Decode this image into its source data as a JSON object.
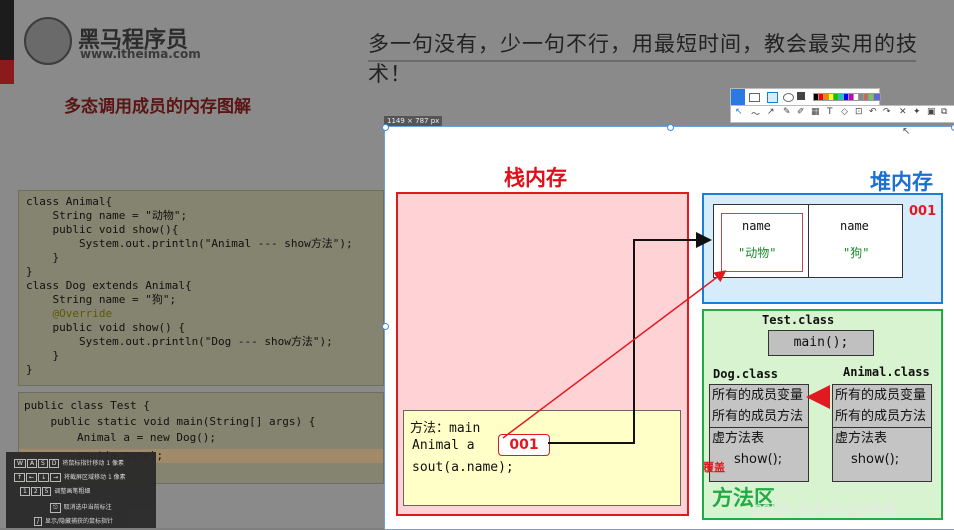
{
  "slide": {
    "brand_name": "黑马程序员",
    "brand_url": "www.itheima.com",
    "slogan": "多一句没有，少一句不行，用最短时间，教会最实用的技术！",
    "title": "多态调用成员的内存图解"
  },
  "code_block_1": {
    "lines": [
      "class Animal{",
      "    String name = \"动物\";",
      "    public void show(){",
      "        System.out.println(\"Animal --- show方法\");",
      "    }",
      "}",
      "class Dog extends Animal{",
      "    String name = \"狗\";",
      "    @Override",
      "    public void show() {",
      "        System.out.println(\"Dog --- show方法\");",
      "    }",
      "}"
    ]
  },
  "code_block_2": {
    "lines": [
      "public class Test {",
      "    public static void main(String[] args) {",
      "        Animal a = new Dog();",
      "        sout(a.name);"
    ]
  },
  "shortcuts": [
    {
      "keys": [
        "W",
        "A",
        "S",
        "D"
      ],
      "label": "将鼠标指针移动 1 像素"
    },
    {
      "keys": [
        "↑",
        "←",
        "↓",
        "→"
      ],
      "label": "将截屏区域移动 1 像素"
    },
    {
      "keys": [
        "1",
        "2",
        "5"
      ],
      "label": "调整画笔粗细"
    },
    {
      "keys": [
        "⎋"
      ],
      "label": "取消选中当前标注"
    },
    {
      "keys": [
        "/"
      ],
      "label": "显示/隐藏捕获的鼠标指针"
    }
  ],
  "snip": {
    "size_tag": "1149 × 787 px",
    "palette": [
      "#000000",
      "#ff0000",
      "#ff7f00",
      "#ffff00",
      "#00cc00",
      "#00cccc",
      "#0000ff",
      "#cc00cc",
      "#ffffff",
      "#888888",
      "#cc6666",
      "#66cc66",
      "#6666cc"
    ]
  },
  "diagram": {
    "stack": {
      "title": "栈内存",
      "frame_method": "方法：main",
      "frame_var": "Animal a",
      "frame_ref": "001",
      "frame_stmt": "sout(a.name);"
    },
    "heap": {
      "title": "堆内存",
      "address": "001",
      "field_1_name": "name",
      "field_1_value": "\"动物\"",
      "field_2_name": "name",
      "field_2_value": "\"狗\""
    },
    "method_area": {
      "title": "方法区",
      "test_class": "Test.class",
      "test_method": "main();",
      "dog_class": "Dog.class",
      "dog_row1": "所有的成员变量",
      "dog_row2": "所有的成员方法",
      "dog_row3": "虚方法表",
      "dog_row4": "show();",
      "animal_class": "Animal.class",
      "animal_row1": "所有的成员变量",
      "animal_row2": "所有的成员方法",
      "animal_row3": "虚方法表",
      "animal_row4": "show();",
      "override_note": "覆盖"
    },
    "colors": {
      "stack": "#e01a20",
      "heap": "#1a7fd0",
      "method_area": "#22aa44"
    }
  },
  "watermark": "CSDN @JAVA小白兔兔"
}
